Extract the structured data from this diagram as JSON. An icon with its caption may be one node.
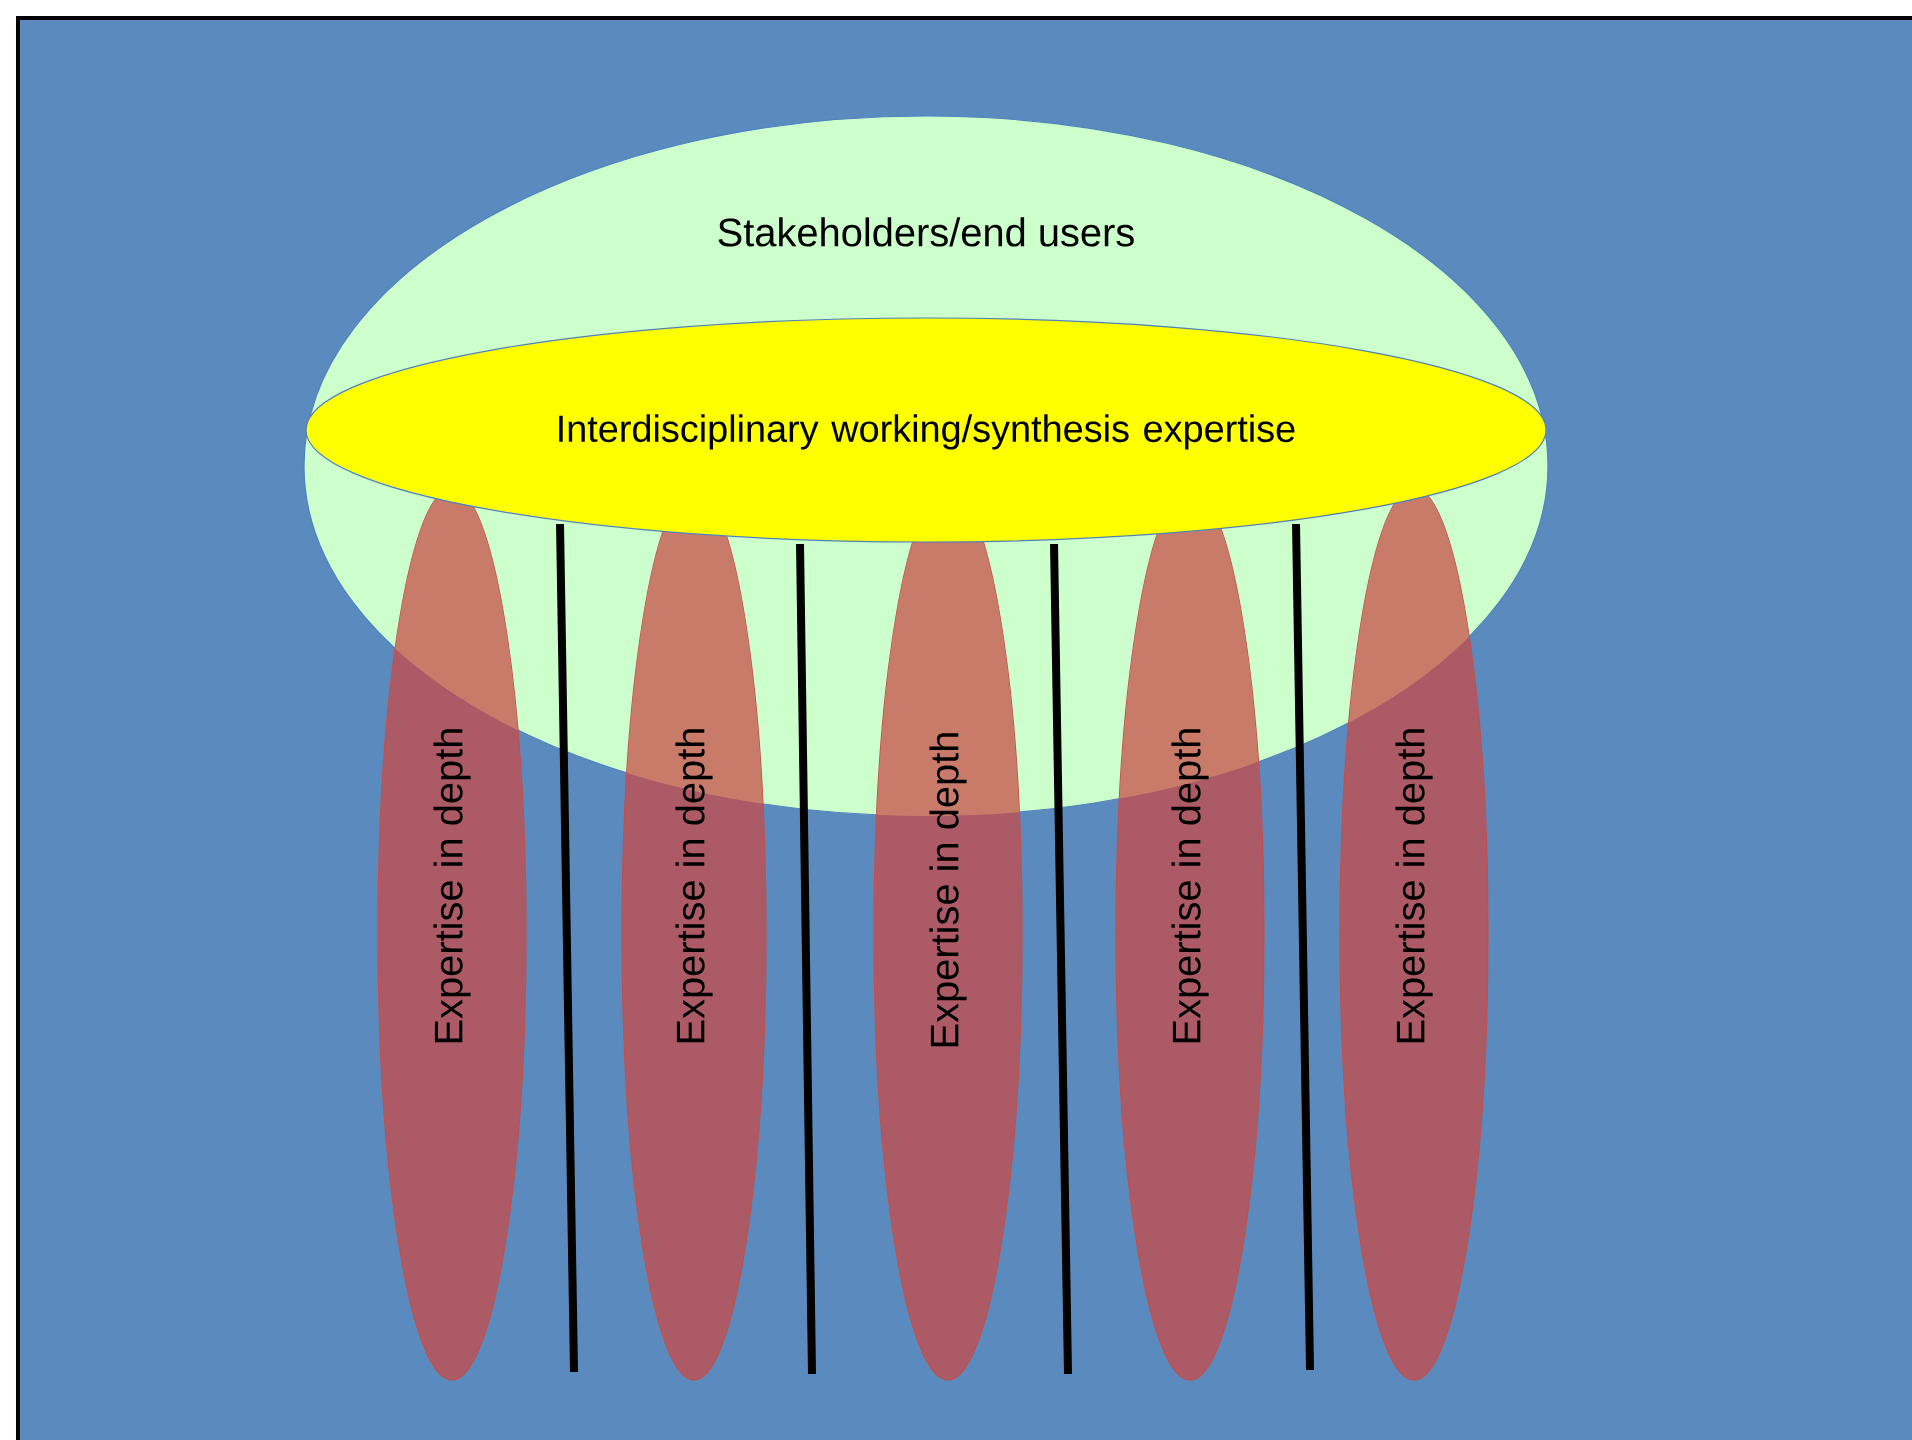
{
  "diagram": {
    "nodes": [
      {
        "text": [
          "Stakeholders/end users"
        ]
      },
      {
        "text": [
          "Interdisciplinary working/synthesis expertise"
        ],
        "in": 0
      },
      {
        "text": [
          "Expertise in depth"
        ]
      },
      {
        "text": [
          "Expertise in depth"
        ]
      },
      {
        "text": [
          "Expertise in depth"
        ]
      },
      {
        "text": [
          "Expertise in depth"
        ]
      },
      {
        "text": [
          "Expertise in depth"
        ]
      }
    ],
    "edges": []
  }
}
